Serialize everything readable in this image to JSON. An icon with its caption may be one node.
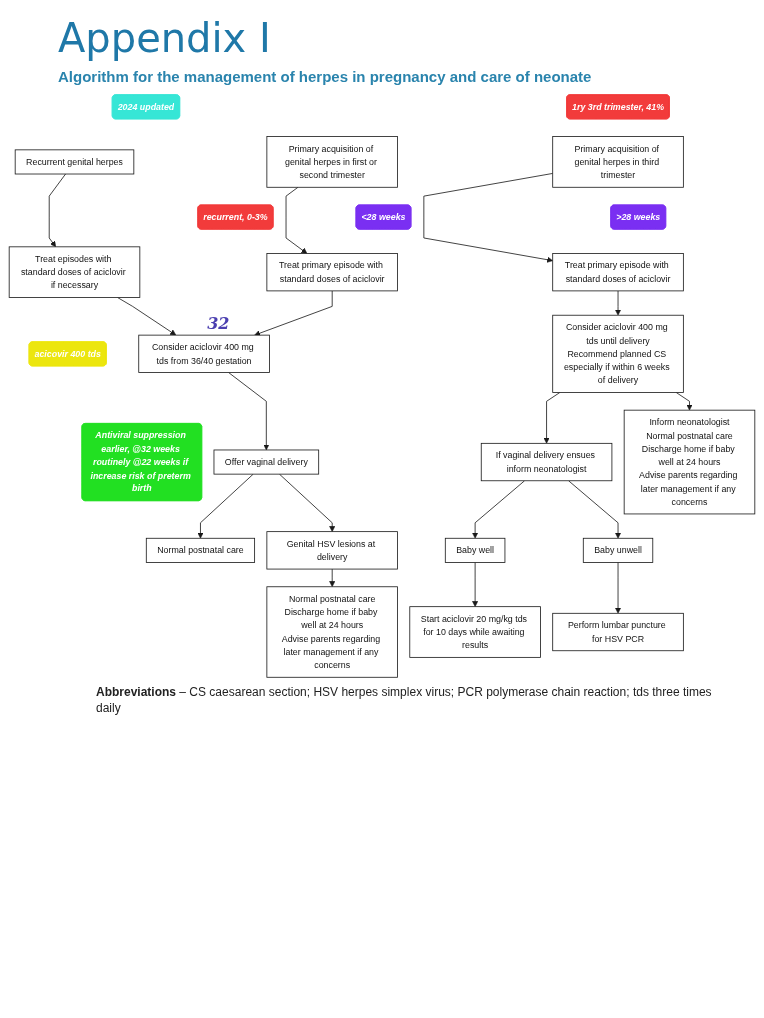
{
  "diagram": {
    "title": "Appendix I",
    "caption": "**Abbreviations** – CS caesarean section; HSV herpes simplex virus; PCR polymerase chain reaction; tds three times daily",
    "nodes": [
      {
        "text": [
          "2024 updated"
        ]
      },
      {
        "text": [
          "1ry 3rd trimester, 41%"
        ]
      },
      {
        "text": [
          "Recurrent genital herpes"
        ]
      },
      {
        "text": [
          "Primary acquisition of genital herpes in first or second trimester"
        ]
      },
      {
        "text": [
          "Primary acquisition of genital herpes in third trimester"
        ]
      },
      {
        "text": [
          "recurrent, 0-3%"
        ]
      },
      {
        "text": [
          "<28 weeks"
        ]
      },
      {
        "text": [
          ">28 weeks"
        ]
      },
      {
        "text": [
          "Treat episodes with standard doses of aciclovir if necessary"
        ]
      },
      {
        "text": [
          "Treat primary episode with standard doses of aciclovir"
        ]
      },
      {
        "text": [
          "Treat primary episode with standard doses of aciclovir"
        ]
      },
      {
        "text": [
          "acicovir 400 tds"
        ]
      },
      {
        "text": [
          "Consider aciclovir 400 mg tds from 36/40 gestation"
        ]
      },
      {
        "text": [
          "Consider aciclovir 400 mg tds until delivery",
          "Recommend planned CS especially if within 6 weeks of delivery"
        ]
      },
      {
        "text": [
          "Antiviral suppression earlier, @32 weeks routinely @22 weeks if increase risk of preterm birth"
        ]
      },
      {
        "text": [
          "Offer vaginal delivery"
        ]
      },
      {
        "text": [
          "If vaginal delivery ensues inform neonatologist"
        ]
      },
      {
        "text": [
          "Inform neonatologist",
          "Normal postnatal care",
          "Discharge home if baby well at 24 hours",
          "Advise parents regarding later management if any concerns"
        ]
      },
      {
        "text": [
          "Normal postnatal care"
        ]
      },
      {
        "text": [
          "Genital HSV lesions at delivery"
        ]
      },
      {
        "text": [
          "Baby well"
        ]
      },
      {
        "text": [
          "Baby unwell"
        ]
      },
      {
        "text": [
          "Normal postnatal care",
          "Discharge home if baby well at 24 hours",
          "Advise parents regarding later management if any concerns"
        ]
      },
      {
        "text": [
          "Perform lumbar puncture for HSV PCR"
        ]
      },
      {
        "text": [
          "Start aciclovir 20 mg/kg tds for 10 days while awaiting results"
        ]
      }
    ],
    "edges": [
      {
        "from": 2,
        "to": 8,
        "arrow": "to"
      },
      {
        "from": 3,
        "to": 9,
        "arrow": "to"
      },
      {
        "from": 4,
        "to": 10,
        "arrow": "to"
      },
      {
        "from": 8,
        "to": 12,
        "arrow": "to"
      },
      {
        "from": 9,
        "to": 12,
        "arrow": "to"
      },
      {
        "from": 10,
        "to": 13,
        "arrow": "to"
      },
      {
        "from": 12,
        "to": 15,
        "arrow": "to"
      },
      {
        "from": 13,
        "to": 16,
        "arrow": "to"
      },
      {
        "from": 13,
        "to": 17,
        "arrow": "to"
      },
      {
        "from": 15,
        "to": 18,
        "arrow": "to"
      },
      {
        "from": 15,
        "to": 19,
        "arrow": "to"
      },
      {
        "from": 16,
        "to": 20,
        "arrow": "to"
      },
      {
        "from": 16,
        "to": 21,
        "arrow": "to"
      },
      {
        "from": 19,
        "to": 22,
        "arrow": "to"
      },
      {
        "from": 21,
        "to": 23,
        "arrow": "to"
      },
      {
        "from": 20,
        "to": 24,
        "arrow": "to"
      }
    ],
    "labels": [
      "Algorithm for the management of herpes in pregnancy and care of neonate",
      "32"
    ]
  }
}
